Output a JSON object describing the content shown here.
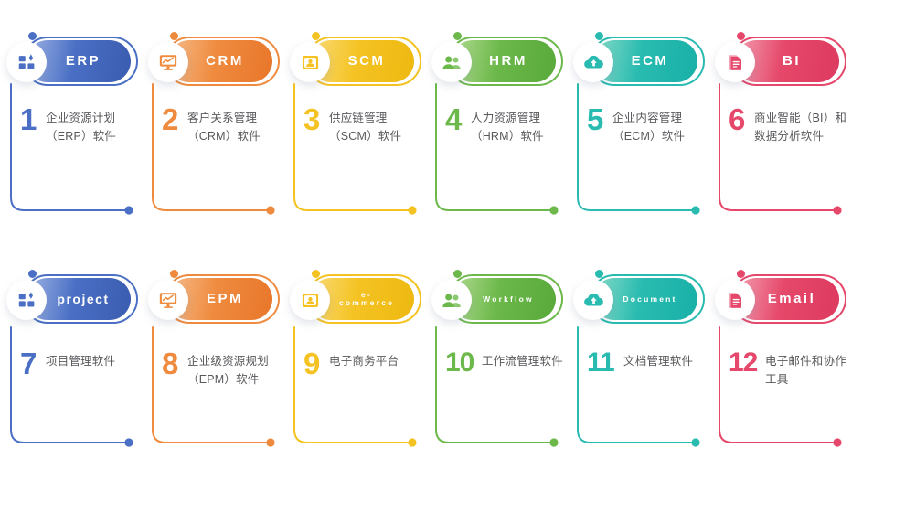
{
  "infographic": {
    "type": "numbered-process-list",
    "item_count": 12,
    "rows": 2,
    "columns": 6
  },
  "items": [
    {
      "number": "1",
      "label": "ERP",
      "icon": "grid-blocks-icon",
      "description": "企业资源计划（ERP）软件",
      "colors": {
        "light": "#9fb5e6",
        "mid": "#4a6fc4",
        "dark": "#3a5cb0"
      }
    },
    {
      "number": "2",
      "label": "CRM",
      "icon": "monitor-chart-icon",
      "description": "客户关系管理（CRM）软件",
      "colors": {
        "light": "#f7bd8c",
        "mid": "#ef8b3f",
        "dark": "#e8762a"
      }
    },
    {
      "number": "3",
      "label": "SCM",
      "icon": "id-badge-icon",
      "description": "供应链管理（SCM）软件",
      "colors": {
        "light": "#fbdc7a",
        "mid": "#f4c323",
        "dark": "#eeb810"
      }
    },
    {
      "number": "4",
      "label": "HRM",
      "icon": "two-people-icon",
      "description": "人力资源管理（HRM）软件",
      "colors": {
        "light": "#b3dd92",
        "mid": "#6cb84a",
        "dark": "#58a93a"
      }
    },
    {
      "number": "5",
      "label": "ECM",
      "icon": "cloud-upload-icon",
      "description": "企业内容管理（ECM）软件",
      "colors": {
        "light": "#8adcc9",
        "mid": "#29bbb0",
        "dark": "#18b0a8"
      }
    },
    {
      "number": "6",
      "label": "BI",
      "icon": "document-stack-icon",
      "description": "商业智能（BI）和数据分析软件",
      "colors": {
        "light": "#f5a1b3",
        "mid": "#e5486a",
        "dark": "#dd3a5f"
      }
    },
    {
      "number": "7",
      "label": "project",
      "icon": "grid-blocks-icon",
      "description": "项目管理软件",
      "colors": {
        "light": "#9fb5e6",
        "mid": "#4a6fc4",
        "dark": "#3a5cb0"
      }
    },
    {
      "number": "8",
      "label": "EPM",
      "icon": "monitor-chart-icon",
      "description": "企业级资源规划（EPM）软件",
      "colors": {
        "light": "#f7bd8c",
        "mid": "#ef8b3f",
        "dark": "#e8762a"
      }
    },
    {
      "number": "9",
      "label": "e-\ncommerce",
      "icon": "id-badge-icon",
      "description": "电子商务平台",
      "colors": {
        "light": "#fbdc7a",
        "mid": "#f4c323",
        "dark": "#eeb810"
      }
    },
    {
      "number": "10",
      "label": "Workflow",
      "icon": "two-people-icon",
      "description": "工作流管理软件",
      "colors": {
        "light": "#b3dd92",
        "mid": "#6cb84a",
        "dark": "#58a93a"
      }
    },
    {
      "number": "11",
      "label": "Document",
      "icon": "cloud-upload-icon",
      "description": "文档管理软件",
      "colors": {
        "light": "#8adcc9",
        "mid": "#29bbb0",
        "dark": "#18b0a8"
      }
    },
    {
      "number": "12",
      "label": "Email",
      "icon": "document-stack-icon",
      "description": "电子邮件和协作工具",
      "colors": {
        "light": "#f5a1b3",
        "mid": "#e5486a",
        "dark": "#dd3a5f"
      }
    }
  ]
}
